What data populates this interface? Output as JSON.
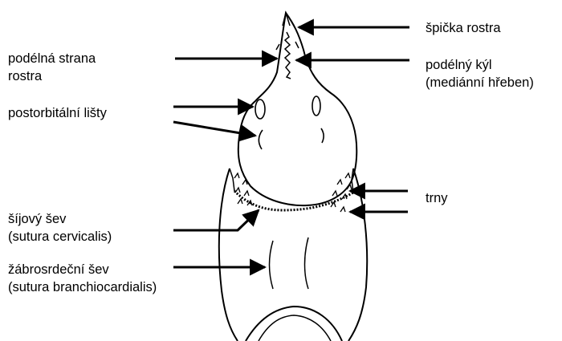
{
  "labels": {
    "rostrum_tip": "špička rostra",
    "rostrum_side_1": "podélná strana",
    "rostrum_side_2": "rostra",
    "longitudinal_keel_1": "podélný kýl",
    "longitudinal_keel_2": "(mediánní hřeben)",
    "postorbital_ridges": "postorbitální lišty",
    "spines": "trny",
    "cervical_suture_1": "šíjový šev",
    "cervical_suture_2": "(sutura cervicalis)",
    "branchiocardiac_suture_1": "žábrosrdeční šev",
    "branchiocardiac_suture_2": "(sutura branchiocardialis)"
  }
}
